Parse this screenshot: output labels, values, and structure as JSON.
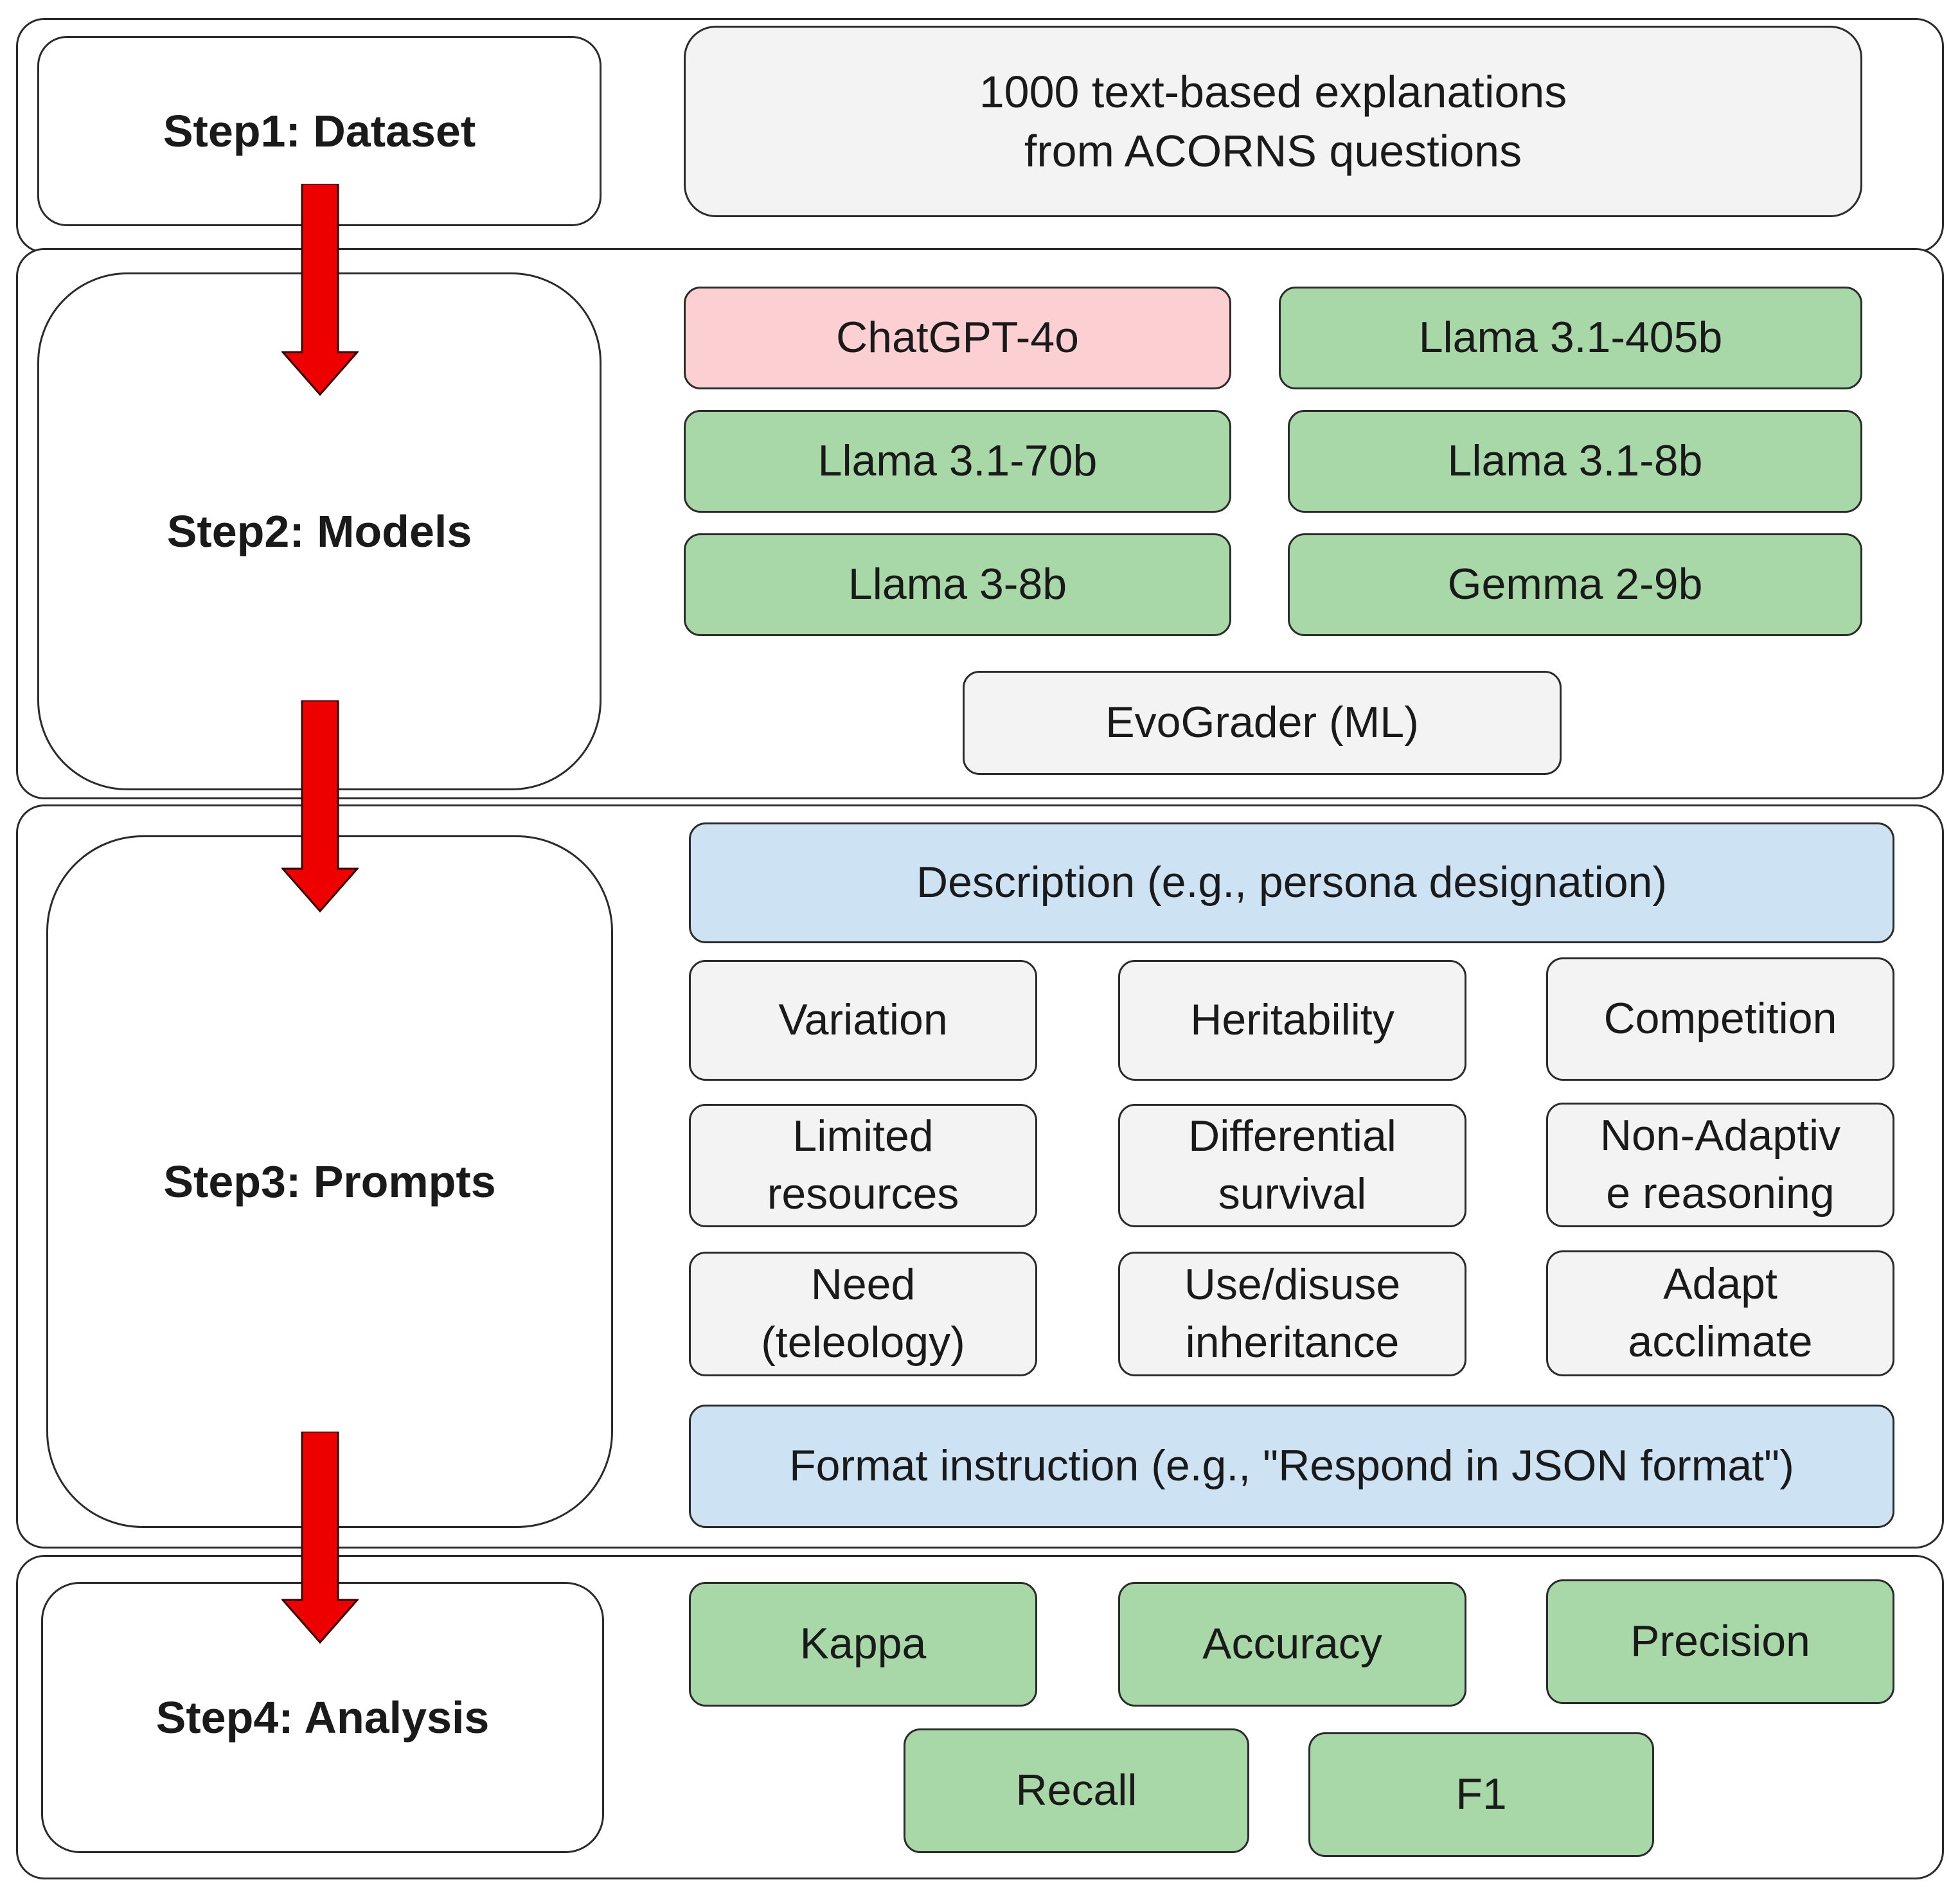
{
  "steps": {
    "step1": {
      "label": "Step1: Dataset",
      "content": "1000 text-based explanations\nfrom ACORNS questions"
    },
    "step2": {
      "label": "Step2: Models",
      "models": [
        {
          "label": "ChatGPT-4o",
          "color": "#fccfd3"
        },
        {
          "label": "Llama 3.1-405b",
          "color": "#a8d8a8"
        },
        {
          "label": "Llama 3.1-70b",
          "color": "#a8d8a8"
        },
        {
          "label": "Llama 3.1-8b",
          "color": "#a8d8a8"
        },
        {
          "label": "Llama 3-8b",
          "color": "#a8d8a8"
        },
        {
          "label": "Gemma 2-9b",
          "color": "#a8d8a8"
        },
        {
          "label": "EvoGrader (ML)",
          "color": "#f3f3f3"
        }
      ]
    },
    "step3": {
      "label": "Step3: Prompts",
      "description": "Description (e.g., persona designation)",
      "concepts": [
        "Variation",
        "Heritability",
        "Competition",
        "Limited\nresources",
        "Differential\nsurvival",
        "Non-Adaptiv\ne reasoning",
        "Need\n(teleology)",
        "Use/disuse\ninheritance",
        "Adapt\nacclimate"
      ],
      "format_instruction": "Format instruction (e.g., \"Respond in JSON format\")"
    },
    "step4": {
      "label": "Step4: Analysis",
      "metrics": [
        "Kappa",
        "Accuracy",
        "Precision",
        "Recall",
        "F1"
      ]
    }
  },
  "colors": {
    "arrow": "#ee0000",
    "llama_gemma_fill": "#a8d8a8",
    "chatgpt_fill": "#fccfd3",
    "prompt_frame_fill": "#cde3f4",
    "neutral_fill": "#f3f3f3"
  }
}
